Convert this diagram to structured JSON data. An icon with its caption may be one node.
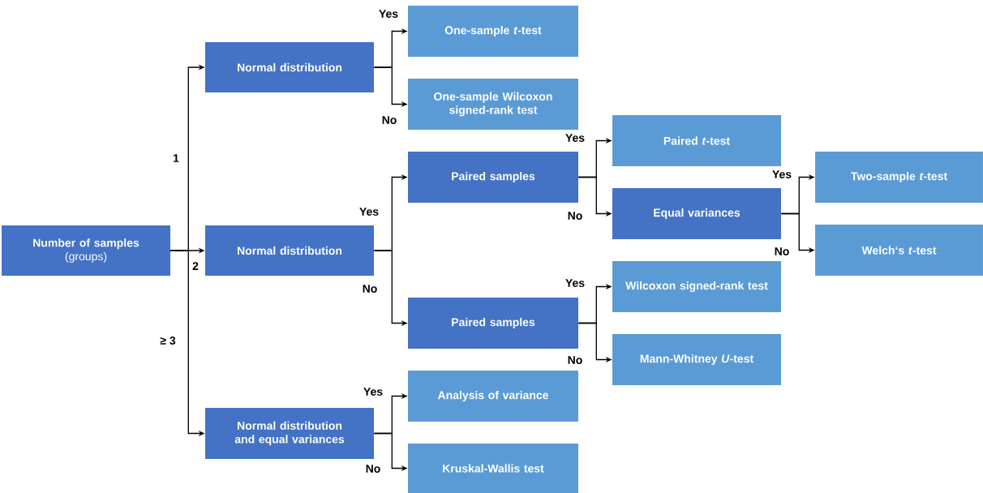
{
  "diagram": {
    "nodes": [
      {
        "text": [
          "Number of samples",
          "(groups)"
        ]
      },
      {
        "text": [
          "Normal distribution"
        ]
      },
      {
        "text": [
          "One-sample *t*-test"
        ]
      },
      {
        "text": [
          "One-sample Wilcoxon signed-rank test"
        ]
      },
      {
        "text": [
          "Normal distribution"
        ]
      },
      {
        "text": [
          "Paired samples"
        ]
      },
      {
        "text": [
          "Paired *t*-test"
        ]
      },
      {
        "text": [
          "Equal variances"
        ]
      },
      {
        "text": [
          "Two-sample *t*-test"
        ]
      },
      {
        "text": [
          "Welch‘s *t*-test"
        ]
      },
      {
        "text": [
          "Paired samples"
        ]
      },
      {
        "text": [
          "Wilcoxon signed-rank test"
        ]
      },
      {
        "text": [
          "Mann-Whitney *U*-test"
        ]
      },
      {
        "text": [
          "Normal distribution and equal variances"
        ]
      },
      {
        "text": [
          "Analysis of variance"
        ]
      },
      {
        "text": [
          "Kruskal-Wallis test"
        ]
      }
    ],
    "edges": [
      {
        "from": 0,
        "to": 1,
        "arrow": "to",
        "label": "1"
      },
      {
        "from": 0,
        "to": 4,
        "arrow": "to",
        "label": "2"
      },
      {
        "from": 0,
        "to": 13,
        "arrow": "to",
        "label": "≥ 3"
      },
      {
        "from": 1,
        "to": 2,
        "arrow": "to",
        "label": "Yes"
      },
      {
        "from": 1,
        "to": 3,
        "arrow": "to",
        "label": "No"
      },
      {
        "from": 4,
        "to": 5,
        "arrow": "to",
        "label": "Yes"
      },
      {
        "from": 4,
        "to": 10,
        "arrow": "to",
        "label": "No"
      },
      {
        "from": 5,
        "to": 6,
        "arrow": "to",
        "label": "Yes"
      },
      {
        "from": 5,
        "to": 7,
        "arrow": "to",
        "label": "No"
      },
      {
        "from": 7,
        "to": 8,
        "arrow": "to",
        "label": "Yes"
      },
      {
        "from": 7,
        "to": 9,
        "arrow": "to",
        "label": "No"
      },
      {
        "from": 10,
        "to": 11,
        "arrow": "to",
        "label": "Yes"
      },
      {
        "from": 10,
        "to": 12,
        "arrow": "to",
        "label": "No"
      },
      {
        "from": 13,
        "to": 14,
        "arrow": "to",
        "label": "Yes"
      },
      {
        "from": 13,
        "to": 15,
        "arrow": "to",
        "label": "No"
      }
    ]
  }
}
